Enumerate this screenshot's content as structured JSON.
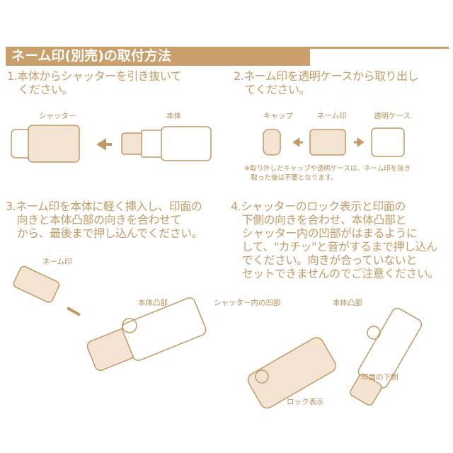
{
  "title": "ネーム印(別売)の取付方法",
  "colors": {
    "accent": "#c9a06c",
    "text": "#c29b65",
    "fill": "#f3e3d2"
  },
  "steps": [
    {
      "text": "1.本体からシャッターを引き抜いて\n　ください。",
      "labels": [
        "シャッター",
        "本体"
      ]
    },
    {
      "text": "2.ネーム印を透明ケースから取り出し\n　てください。",
      "labels": [
        "キャップ",
        "ネーム印",
        "透明ケース"
      ],
      "note": "※取り外したキャップや透明ケースは、ネーム印を抜き\n　取った後は不要となります。"
    },
    {
      "text": "3.ネーム印を本体に軽く挿入し、印面の\n　向きと本体凸部の向きを合わせて\n　から、最後まで押し込んでください。",
      "labels": [
        "ネーム印",
        "本体凸部"
      ]
    },
    {
      "text": "4.シャッターのロック表示と印面の\n　下側の向きを合わせ、本体凸部と\n　シャッター内の凹部がはまるように\n　して、\"カチッ\"と音がするまで押し込ん\n　でください。向きが合っていないと\n　セットできませんのでご注意ください。",
      "labels": [
        "シャッター内の凹部",
        "本体凸部",
        "印面の下側",
        "ロック表示"
      ]
    }
  ]
}
